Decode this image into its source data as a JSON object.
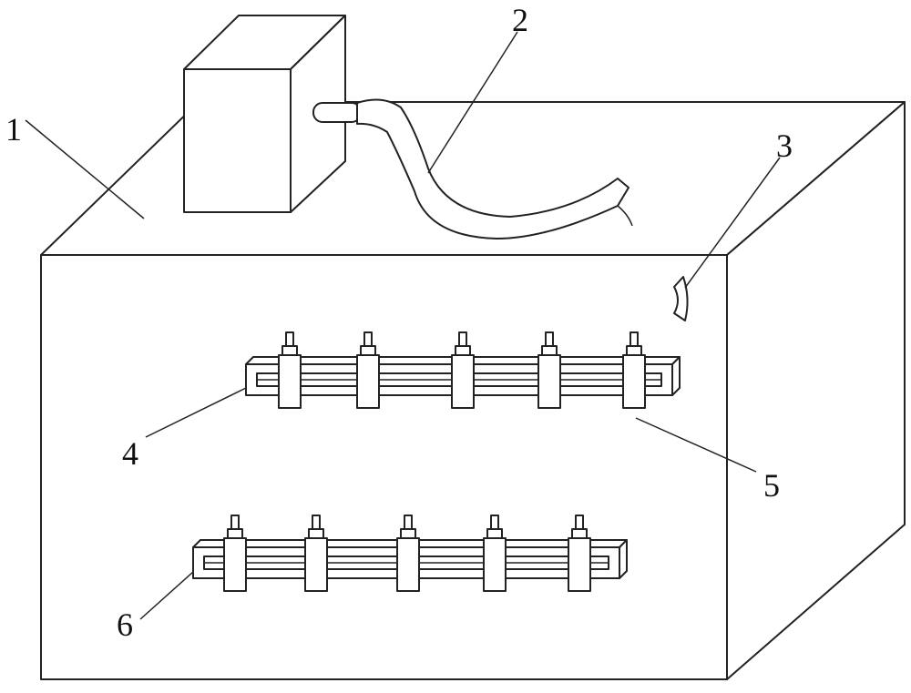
{
  "labels": {
    "box": "1",
    "hose": "2",
    "handle": "3",
    "upper_rail": "4",
    "upper_clamp": "5",
    "lower_rail": "6"
  },
  "rails": [
    {
      "clamp_count": 5
    },
    {
      "clamp_count": 5
    }
  ]
}
